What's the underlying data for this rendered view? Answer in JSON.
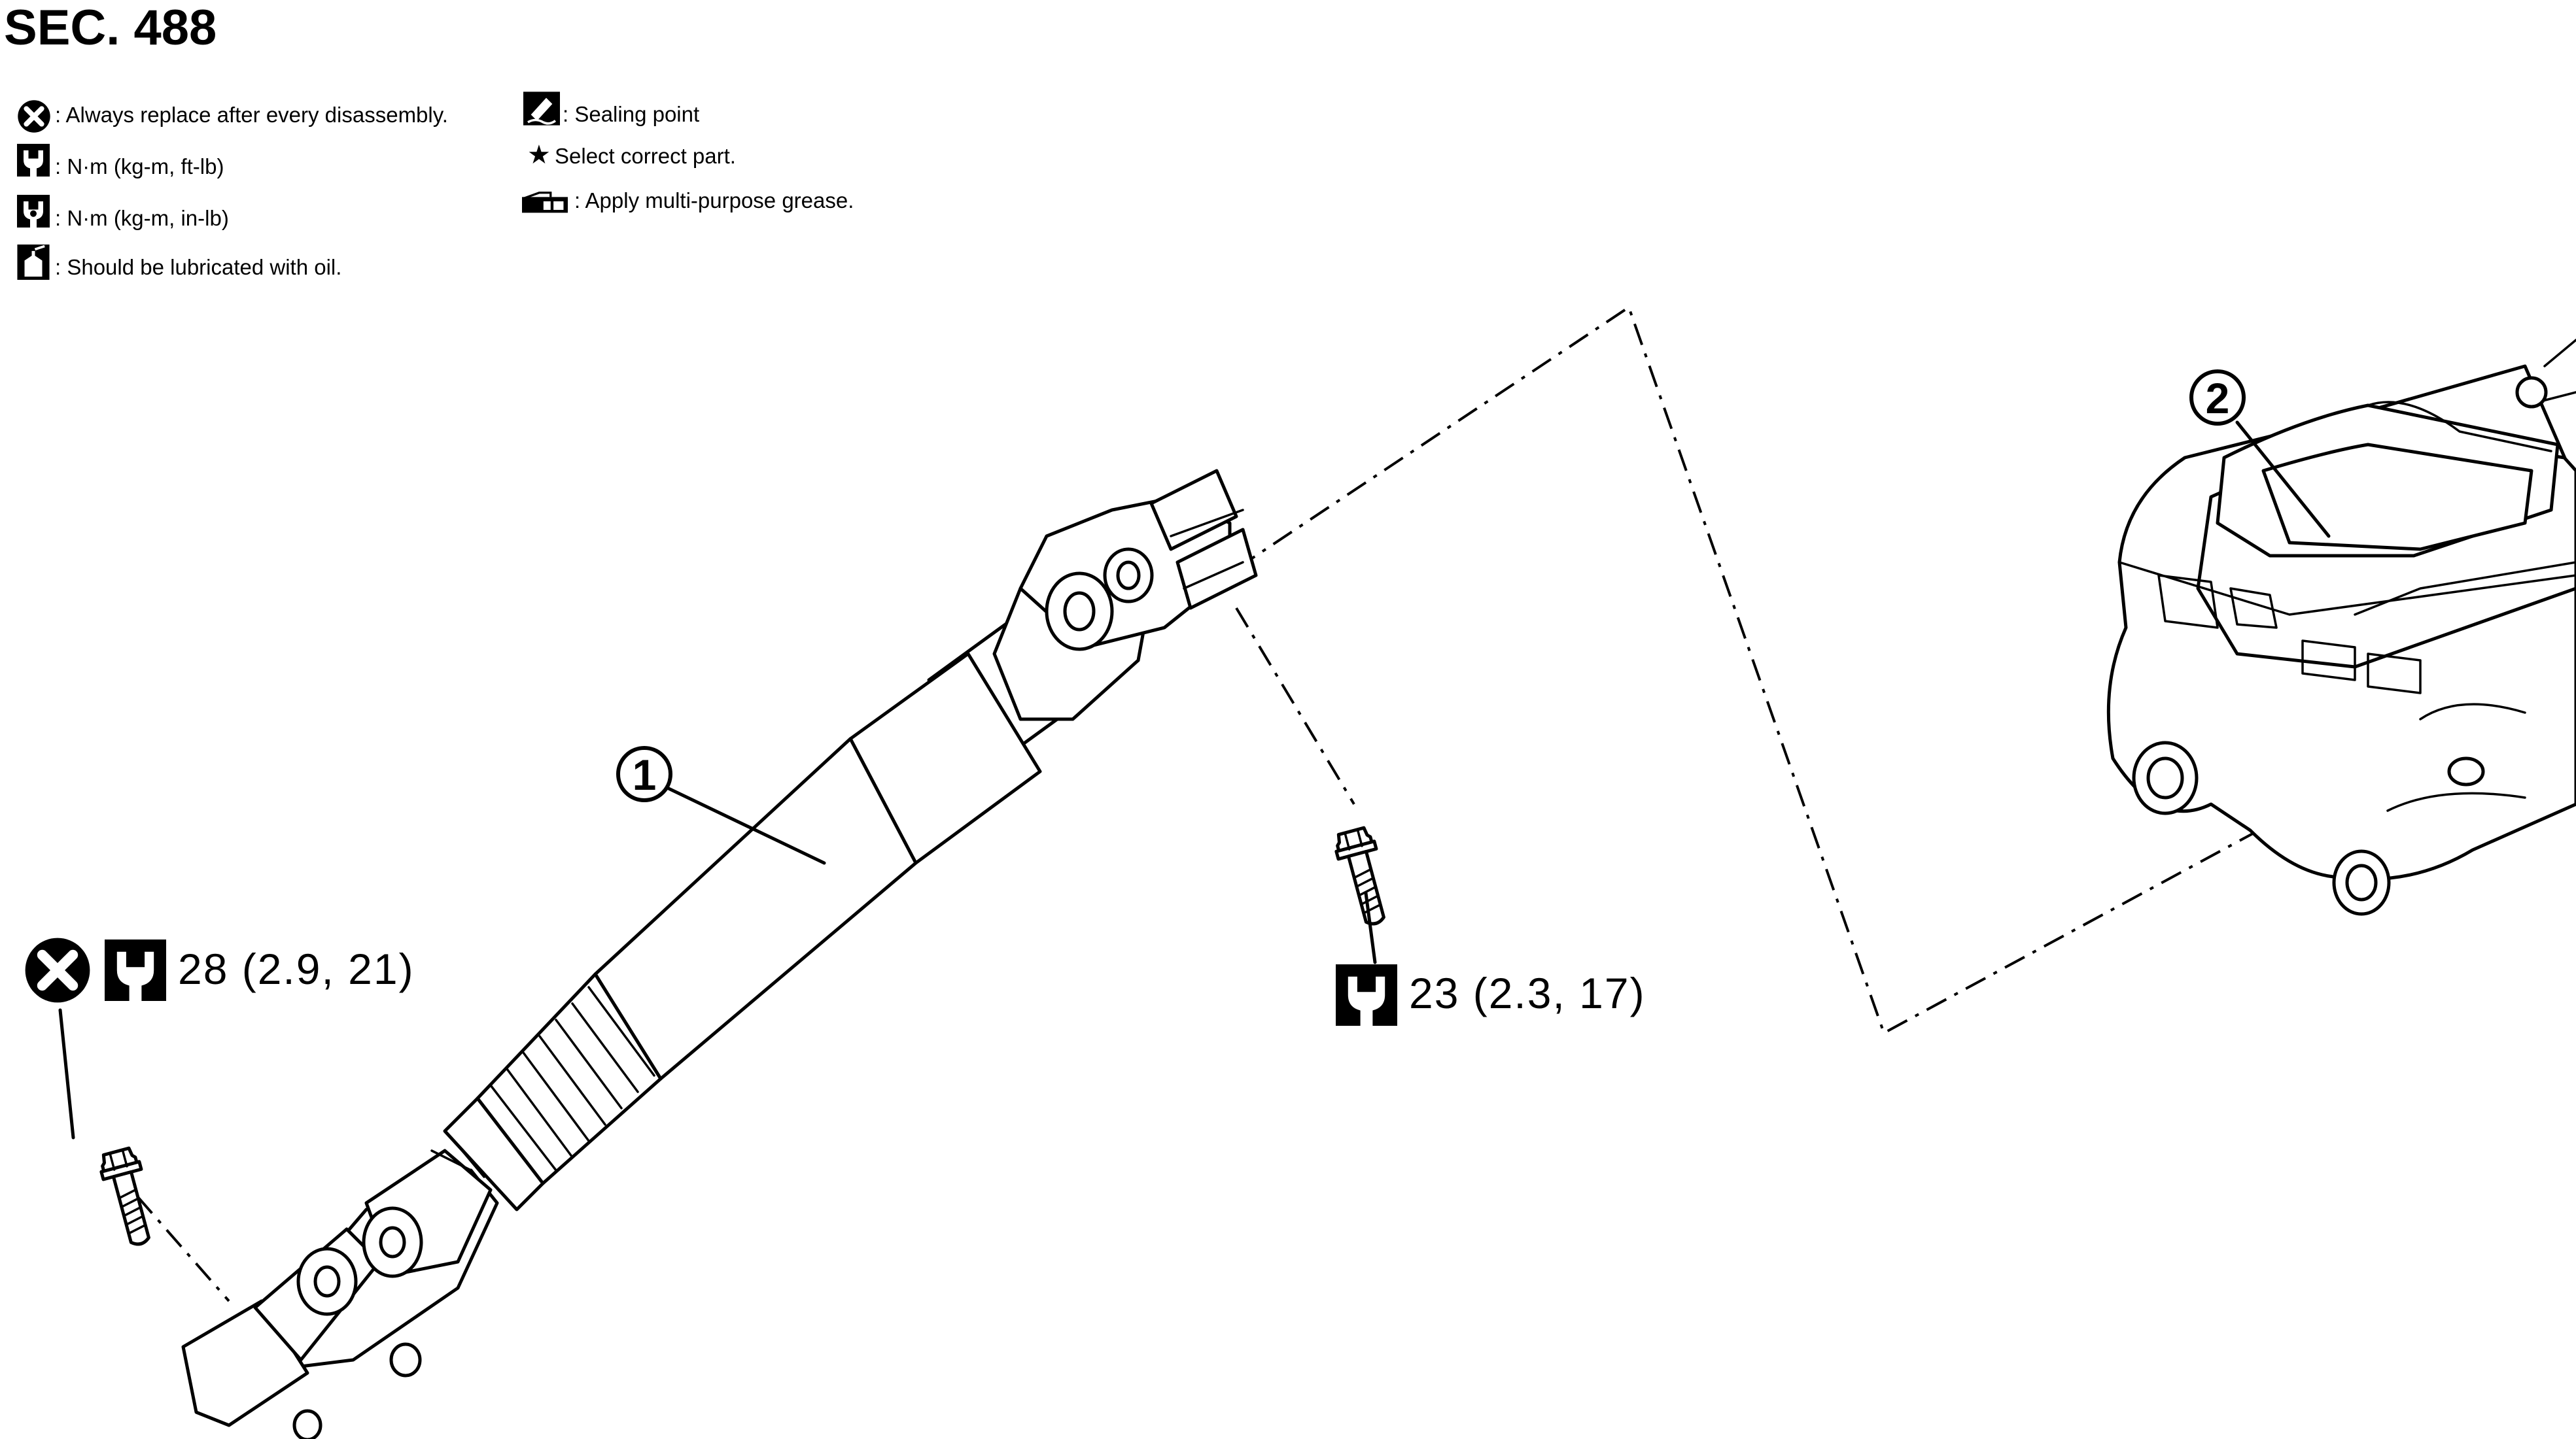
{
  "section_title": "SEC. 488",
  "legend": {
    "items_left": [
      {
        "icon": "always-replace-icon",
        "text": ": Always replace after every disassembly."
      },
      {
        "icon": "torque-wrench-ftlb-icon",
        "text": ": N·m (kg-m, ft-lb)"
      },
      {
        "icon": "torque-wrench-inlb-icon",
        "text": ": N·m (kg-m, in-lb)"
      },
      {
        "icon": "oil-can-icon",
        "text": ": Should be lubricated with oil."
      }
    ],
    "items_right": [
      {
        "icon": "sealing-point-icon",
        "text": ": Sealing point"
      },
      {
        "icon": "star-icon",
        "text": "Select correct part."
      },
      {
        "icon": "grease-gun-icon",
        "text": ": Apply multi-purpose grease."
      }
    ],
    "star_glyph": "★"
  },
  "callouts": [
    {
      "id": "1",
      "label": "1"
    },
    {
      "id": "2",
      "label": "2"
    }
  ],
  "torque_specs": [
    {
      "id": "lower-bolt",
      "value": "28 (2.9, 21)",
      "always_replace": true
    },
    {
      "id": "upper-bolt",
      "value": "23 (2.3, 17)",
      "always_replace": false
    }
  ],
  "colors": {
    "ink": "#000000",
    "paper": "#ffffff"
  }
}
